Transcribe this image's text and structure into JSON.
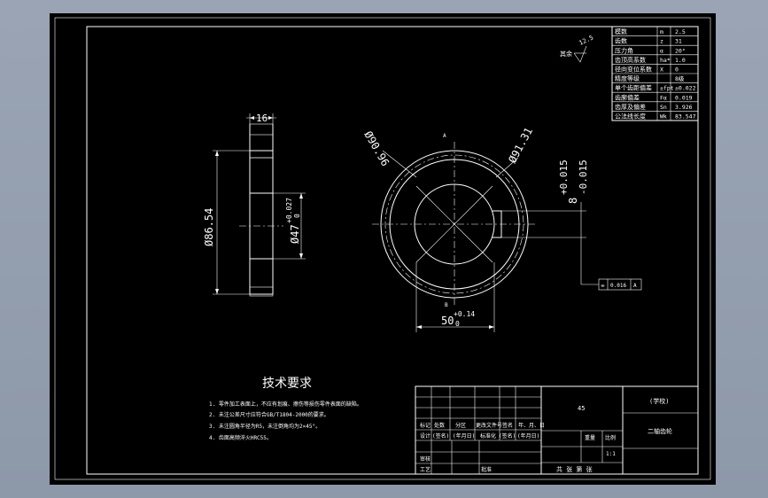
{
  "params": {
    "rows": [
      {
        "name": "模数",
        "sym": "m",
        "val": "2.5"
      },
      {
        "name": "齿数",
        "sym": "z",
        "val": "31"
      },
      {
        "name": "压力角",
        "sym": "α",
        "val": "20°"
      },
      {
        "name": "齿顶高系数",
        "sym": "ha*",
        "val": "1.0"
      },
      {
        "name": "径向变位系数",
        "sym": "X",
        "val": "0"
      },
      {
        "name": "精度等级",
        "sym": "",
        "val": "8级"
      },
      {
        "name": "单个齿距偏差",
        "sym": "±fpt",
        "val": "±0.022"
      },
      {
        "name": "齿廓偏差",
        "sym": "Fα",
        "val": "0.019"
      },
      {
        "name": "齿厚及偏差",
        "sym": "Sn",
        "val": "3.926"
      },
      {
        "name": "公法线长度",
        "sym": "Wk",
        "val": "83.547"
      }
    ]
  },
  "roughness": {
    "label": "其余",
    "value": "12.5"
  },
  "dims": {
    "width": "16",
    "outer_dia": "Ø86.54",
    "bore_dia": "Ø47",
    "bore_tol_upper": "+0.027",
    "bore_tol_lower": "0",
    "d1": "Ø90.96",
    "d2": "Ø91.31",
    "keyway_w": "8",
    "keyway_tol_upper": "+0.015",
    "keyway_tol_lower": "-0.015",
    "keyway_depth": "50",
    "keyway_depth_upper": "+0.14",
    "keyway_depth_lower": "0",
    "datum_top": "A",
    "datum_bottom": "B",
    "tol_frame_tol": "0.016",
    "tol_frame_datum": "A"
  },
  "tech": {
    "title": "技术要求",
    "items": [
      "1. 零件加工表面上，不应有划痕、擦伤等损伤零件表面的缺陷。",
      "2. 未注公差尺寸应符合GB/T1804-2000的要求。",
      "3. 未注圆角半径为R5，未注倒角均为2×45°。",
      "4. 齿面高频淬火HRC55。"
    ]
  },
  "titleblock": {
    "material": "45",
    "school": "(学校)",
    "part_name": "二轴齿轮",
    "row_labels": [
      "标记",
      "处数",
      "分区",
      "更改文件号",
      "签名",
      "年、月、日"
    ],
    "row2_labels": [
      "设计",
      "(签名)",
      "(年月日)",
      "标准化",
      "(签名)",
      "(年月日)"
    ],
    "review": "审核",
    "process": "工艺",
    "approve": "批准",
    "weight_label": "重量",
    "scale_label": "比例",
    "scale_value": "1:1",
    "sheet_text": "共 张  第 张"
  }
}
